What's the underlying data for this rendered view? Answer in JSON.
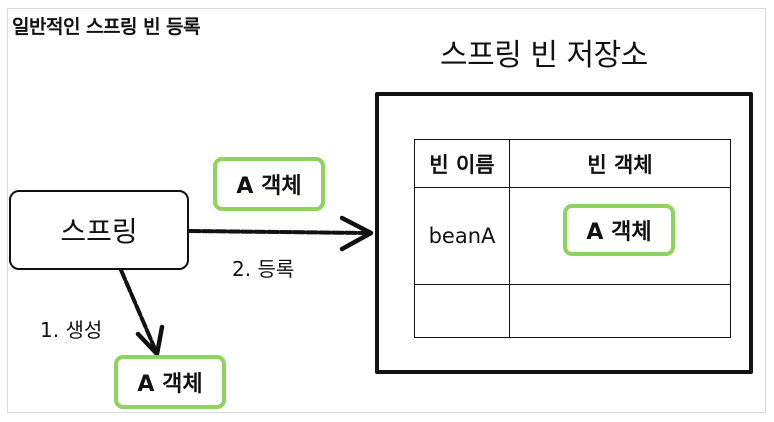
{
  "diagram": {
    "title": "일반적인 스프링 빈 등록",
    "spring": {
      "label": "스프링"
    },
    "objects": {
      "top": "A 객체",
      "bottom": "A 객체",
      "in_table": "A 객체"
    },
    "arrows": {
      "register": "2. 등록",
      "create": "1. 생성"
    },
    "container": {
      "title": "스프링 빈 저장소",
      "table": {
        "headers": [
          "빈 이름",
          "빈 객체"
        ],
        "rows": [
          {
            "name": "beanA",
            "object": "A 객체"
          },
          {
            "name": "",
            "object": ""
          }
        ]
      }
    },
    "colors": {
      "object_border": "#8ed35d",
      "line": "#111111"
    }
  }
}
